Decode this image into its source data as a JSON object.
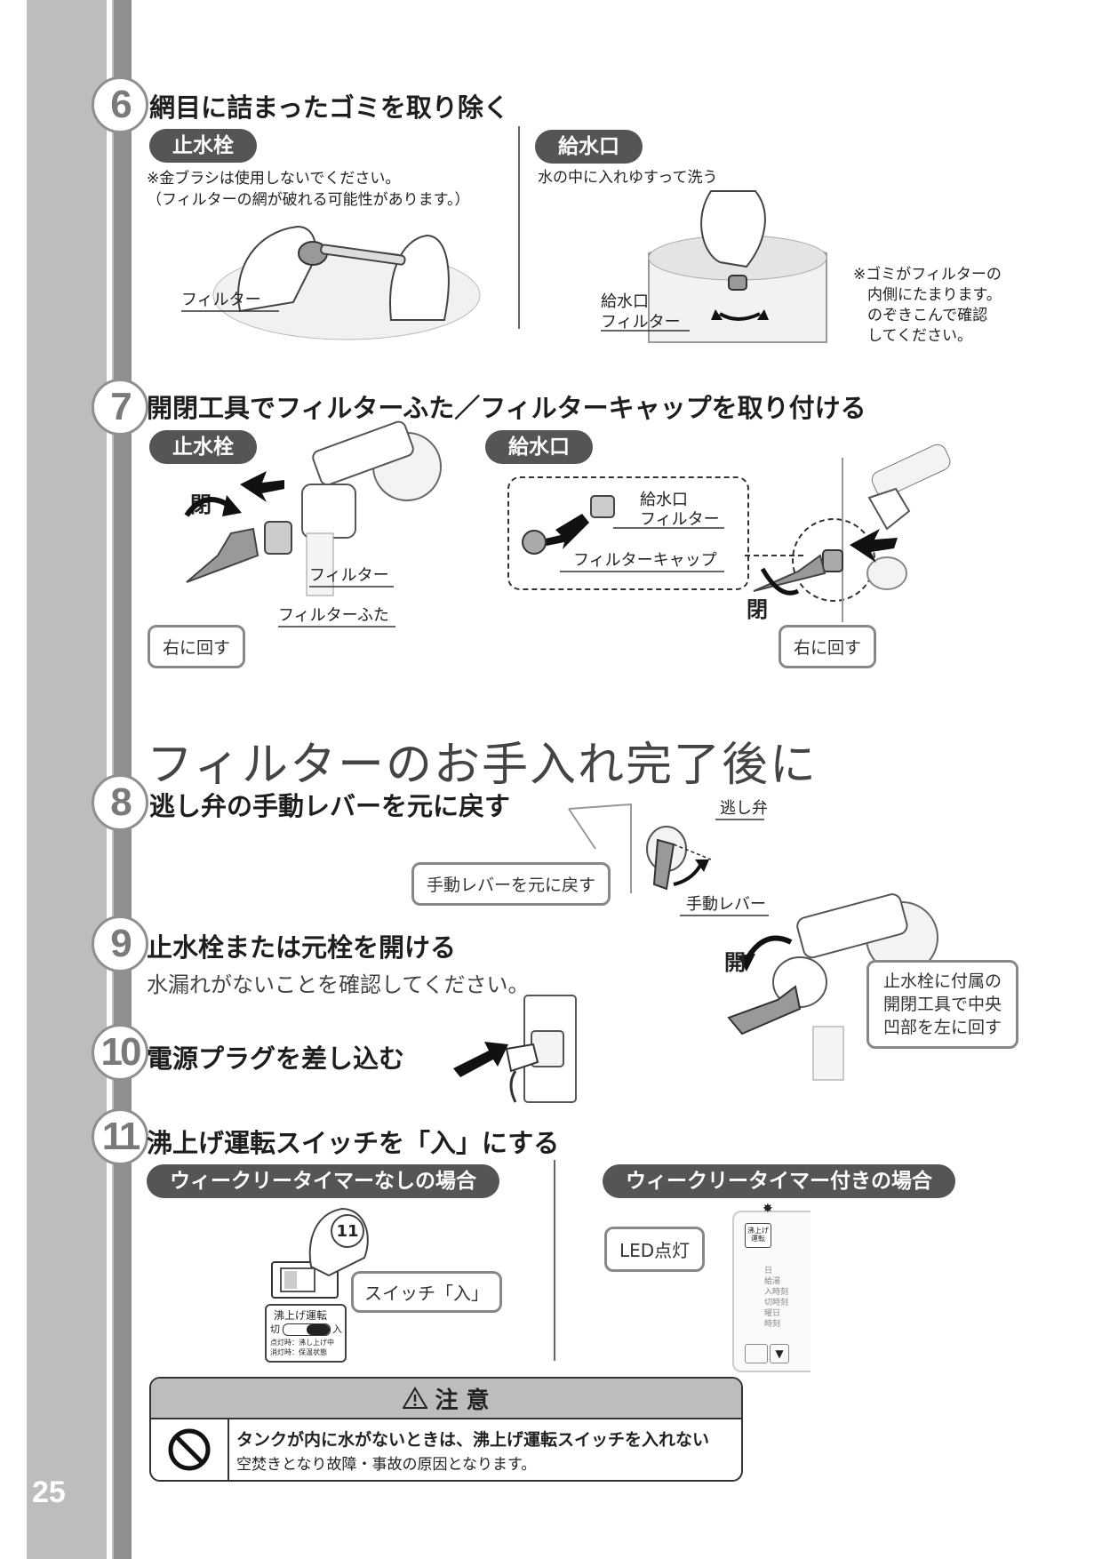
{
  "page_number": "25",
  "step6": {
    "num": "6",
    "title": "網目に詰まったゴミを取り除く",
    "left": {
      "pill": "止水栓",
      "note1": "※金ブラシは使用しないでください。",
      "note2": "（フィルターの網が破れる可能性があります。）",
      "label_filter": "フィルター"
    },
    "right": {
      "pill": "給水口",
      "note": "水の中に入れゆすって洗う",
      "label_inlet": "給水口",
      "label_filter": "フィルター",
      "side_note": [
        "※ゴミがフィルターの",
        "内側にたまります。",
        "のぞきこんで確認",
        "してください。"
      ]
    }
  },
  "step7": {
    "num": "7",
    "title": "開閉工具でフィルターふた／フィルターキャップを取り付ける",
    "left": {
      "pill": "止水栓",
      "close": "閉",
      "label_filter": "フィルター",
      "label_cover": "フィルターふた",
      "bubble": "右に回す"
    },
    "right": {
      "pill": "給水口",
      "label_inlet": "給水口",
      "label_filter": "フィルター",
      "label_cap": "フィルターキャップ",
      "close": "閉",
      "bubble": "右に回す"
    }
  },
  "section_heading": "フィルターのお手入れ完了後に",
  "step8": {
    "num": "8",
    "title": "逃し弁の手動レバーを元に戻す",
    "label_valve": "逃し弁",
    "label_lever": "手動レバー",
    "bubble": "手動レバーを元に戻す"
  },
  "step9": {
    "num": "9",
    "title": "止水栓または元栓を開ける",
    "desc": "水漏れがないことを確認してください。",
    "open": "開",
    "bubble": [
      "止水栓に付属の",
      "開閉工具で中央",
      "凹部を左に回す"
    ]
  },
  "step10": {
    "num": "10",
    "title": "電源プラグを差し込む"
  },
  "step11": {
    "num": "11",
    "title": "沸上げ運転スイッチを「入」にする",
    "left": {
      "pill": "ウィークリータイマーなしの場合",
      "badge": "11",
      "bubble": "スイッチ「入」",
      "panel_title": "沸上げ運転",
      "off": "切",
      "on": "入",
      "line1": "点灯時：沸し上げ中",
      "line2": "消灯時：保温状態"
    },
    "right": {
      "pill": "ウィークリータイマー付きの場合",
      "bubble": "LED点灯",
      "button": "沸上げ運転",
      "panel_lines": [
        "日",
        "給湯",
        "入時刻",
        "切時刻",
        "曜日",
        "時刻"
      ]
    }
  },
  "caution": {
    "title": "注 意",
    "main": "タンクが内に水がないときは、沸上げ運転スイッチを入れない",
    "sub": "空焚きとなり故障・事故の原因となります。"
  }
}
